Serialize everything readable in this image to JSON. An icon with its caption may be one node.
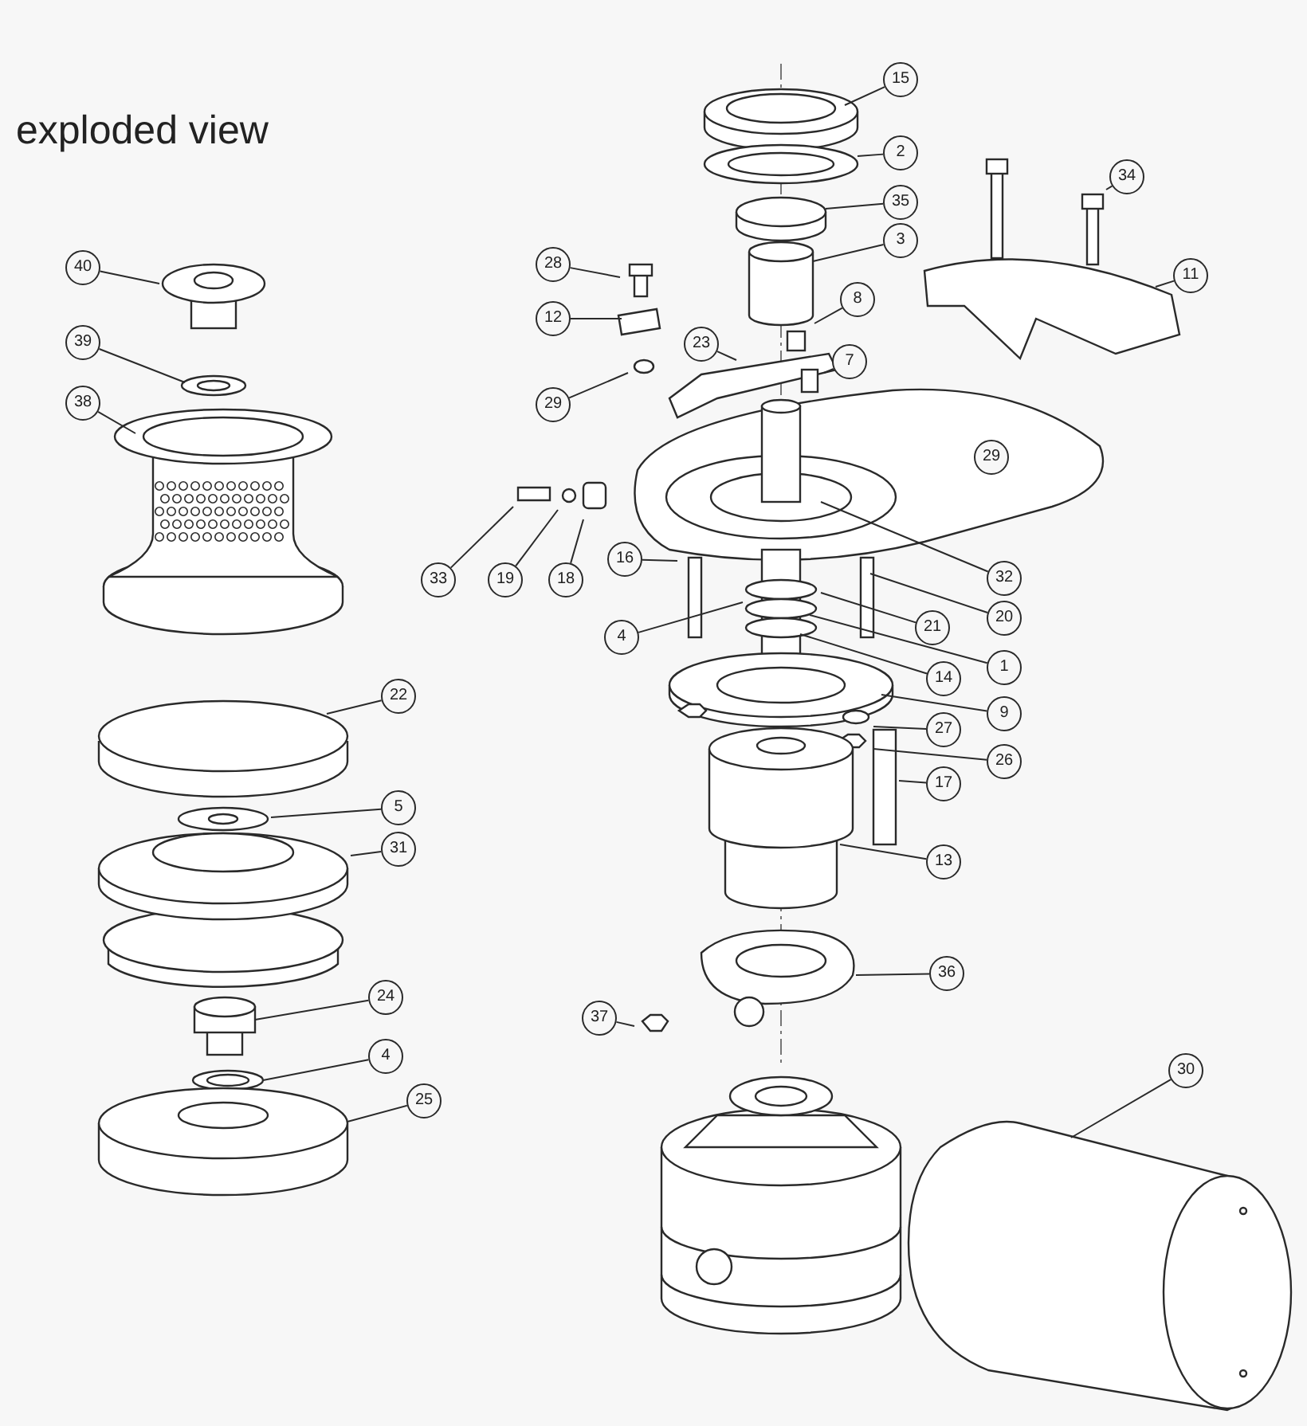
{
  "diagram": {
    "title": "exploded view",
    "nodes": [
      {
        "text": [
          "40"
        ]
      },
      {
        "text": [
          "39"
        ]
      },
      {
        "text": [
          "38"
        ]
      },
      {
        "text": [
          "15"
        ]
      },
      {
        "text": [
          "2"
        ]
      },
      {
        "text": [
          "34"
        ]
      },
      {
        "text": [
          "35"
        ]
      },
      {
        "text": [
          "3"
        ]
      },
      {
        "text": [
          "28"
        ]
      },
      {
        "text": [
          "11"
        ]
      },
      {
        "text": [
          "12"
        ]
      },
      {
        "text": [
          "8"
        ]
      },
      {
        "text": [
          "23"
        ]
      },
      {
        "text": [
          "7"
        ]
      },
      {
        "text": [
          "29"
        ]
      },
      {
        "text": [
          "29"
        ]
      },
      {
        "text": [
          "33"
        ]
      },
      {
        "text": [
          "19"
        ]
      },
      {
        "text": [
          "18"
        ]
      },
      {
        "text": [
          "16"
        ]
      },
      {
        "text": [
          "32"
        ]
      },
      {
        "text": [
          "20"
        ]
      },
      {
        "text": [
          "21"
        ]
      },
      {
        "text": [
          "4"
        ]
      },
      {
        "text": [
          "1"
        ]
      },
      {
        "text": [
          "14"
        ]
      },
      {
        "text": [
          "22"
        ]
      },
      {
        "text": [
          "9"
        ]
      },
      {
        "text": [
          "27"
        ]
      },
      {
        "text": [
          "26"
        ]
      },
      {
        "text": [
          "17"
        ]
      },
      {
        "text": [
          "5"
        ]
      },
      {
        "text": [
          "31"
        ]
      },
      {
        "text": [
          "13"
        ]
      },
      {
        "text": [
          "36"
        ]
      },
      {
        "text": [
          "24"
        ]
      },
      {
        "text": [
          "37"
        ]
      },
      {
        "text": [
          "4"
        ]
      },
      {
        "text": [
          "30"
        ]
      },
      {
        "text": [
          "25"
        ]
      }
    ],
    "edges": [
      {
        "from": 0,
        "to": null,
        "arrow": "none"
      },
      {
        "from": 1,
        "to": null,
        "arrow": "none"
      },
      {
        "from": 2,
        "to": null,
        "arrow": "none"
      },
      {
        "from": 3,
        "to": null,
        "arrow": "none"
      },
      {
        "from": 4,
        "to": null,
        "arrow": "none"
      },
      {
        "from": 5,
        "to": null,
        "arrow": "none"
      },
      {
        "from": 6,
        "to": null,
        "arrow": "none"
      },
      {
        "from": 7,
        "to": null,
        "arrow": "none"
      },
      {
        "from": 8,
        "to": null,
        "arrow": "none"
      },
      {
        "from": 9,
        "to": null,
        "arrow": "none"
      },
      {
        "from": 10,
        "to": null,
        "arrow": "none"
      },
      {
        "from": 11,
        "to": null,
        "arrow": "none"
      },
      {
        "from": 12,
        "to": null,
        "arrow": "none"
      },
      {
        "from": 13,
        "to": null,
        "arrow": "none"
      },
      {
        "from": 14,
        "to": null,
        "arrow": "none"
      },
      {
        "from": 16,
        "to": null,
        "arrow": "none"
      },
      {
        "from": 17,
        "to": null,
        "arrow": "none"
      },
      {
        "from": 18,
        "to": null,
        "arrow": "none"
      },
      {
        "from": 19,
        "to": null,
        "arrow": "none"
      },
      {
        "from": 20,
        "to": null,
        "arrow": "none"
      },
      {
        "from": 21,
        "to": null,
        "arrow": "none"
      },
      {
        "from": 22,
        "to": null,
        "arrow": "none"
      },
      {
        "from": 23,
        "to": null,
        "arrow": "none"
      },
      {
        "from": 24,
        "to": null,
        "arrow": "none"
      },
      {
        "from": 25,
        "to": null,
        "arrow": "none"
      },
      {
        "from": 26,
        "to": null,
        "arrow": "none"
      },
      {
        "from": 27,
        "to": null,
        "arrow": "none"
      },
      {
        "from": 28,
        "to": null,
        "arrow": "none"
      },
      {
        "from": 29,
        "to": null,
        "arrow": "none"
      },
      {
        "from": 30,
        "to": null,
        "arrow": "none"
      },
      {
        "from": 31,
        "to": null,
        "arrow": "none"
      },
      {
        "from": 32,
        "to": null,
        "arrow": "none"
      },
      {
        "from": 33,
        "to": null,
        "arrow": "none"
      },
      {
        "from": 34,
        "to": null,
        "arrow": "none"
      },
      {
        "from": 35,
        "to": null,
        "arrow": "none"
      },
      {
        "from": 36,
        "to": null,
        "arrow": "none"
      },
      {
        "from": 37,
        "to": null,
        "arrow": "none"
      },
      {
        "from": 38,
        "to": null,
        "arrow": "none"
      },
      {
        "from": 39,
        "to": null,
        "arrow": "none"
      }
    ]
  }
}
